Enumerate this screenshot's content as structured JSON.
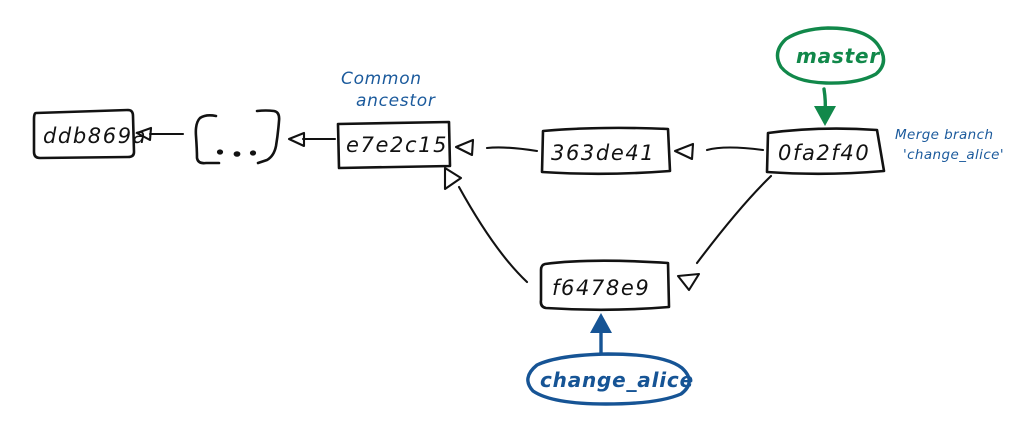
{
  "diagram": {
    "title": "git merge commit graph",
    "background_color": "#ffffff",
    "ink_color": "#121212",
    "branch_master_color": "#11884a",
    "branch_alice_color": "#165495",
    "annotation_color": "#1b5a9c"
  },
  "commits": [
    {
      "id": "ddb869a",
      "label": "ddb869a"
    },
    {
      "id": "ellipsis",
      "label": "[ ... ]"
    },
    {
      "id": "e7e2c15",
      "label": "e7e2c15"
    },
    {
      "id": "363de41",
      "label": "363de41"
    },
    {
      "id": "0fa2f40",
      "label": "0fa2f40"
    },
    {
      "id": "f6478e9",
      "label": "f6478e9"
    }
  ],
  "annotations": {
    "common_ancestor_line1": "Common",
    "common_ancestor_line2": "ancestor",
    "merge_message_line1": "Merge branch",
    "merge_message_line2": "'change_alice'"
  },
  "branches": [
    {
      "name": "master",
      "color": "#11884a",
      "points_to": "0fa2f40"
    },
    {
      "name": "change_alice",
      "color": "#165495",
      "points_to": "f6478e9"
    }
  ],
  "edges": [
    {
      "from": "ellipsis",
      "to": "ddb869a"
    },
    {
      "from": "e7e2c15",
      "to": "ellipsis"
    },
    {
      "from": "363de41",
      "to": "e7e2c15"
    },
    {
      "from": "0fa2f40",
      "to": "363de41"
    },
    {
      "from": "f6478e9",
      "to": "e7e2c15"
    },
    {
      "from": "0fa2f40",
      "to": "f6478e9"
    }
  ]
}
